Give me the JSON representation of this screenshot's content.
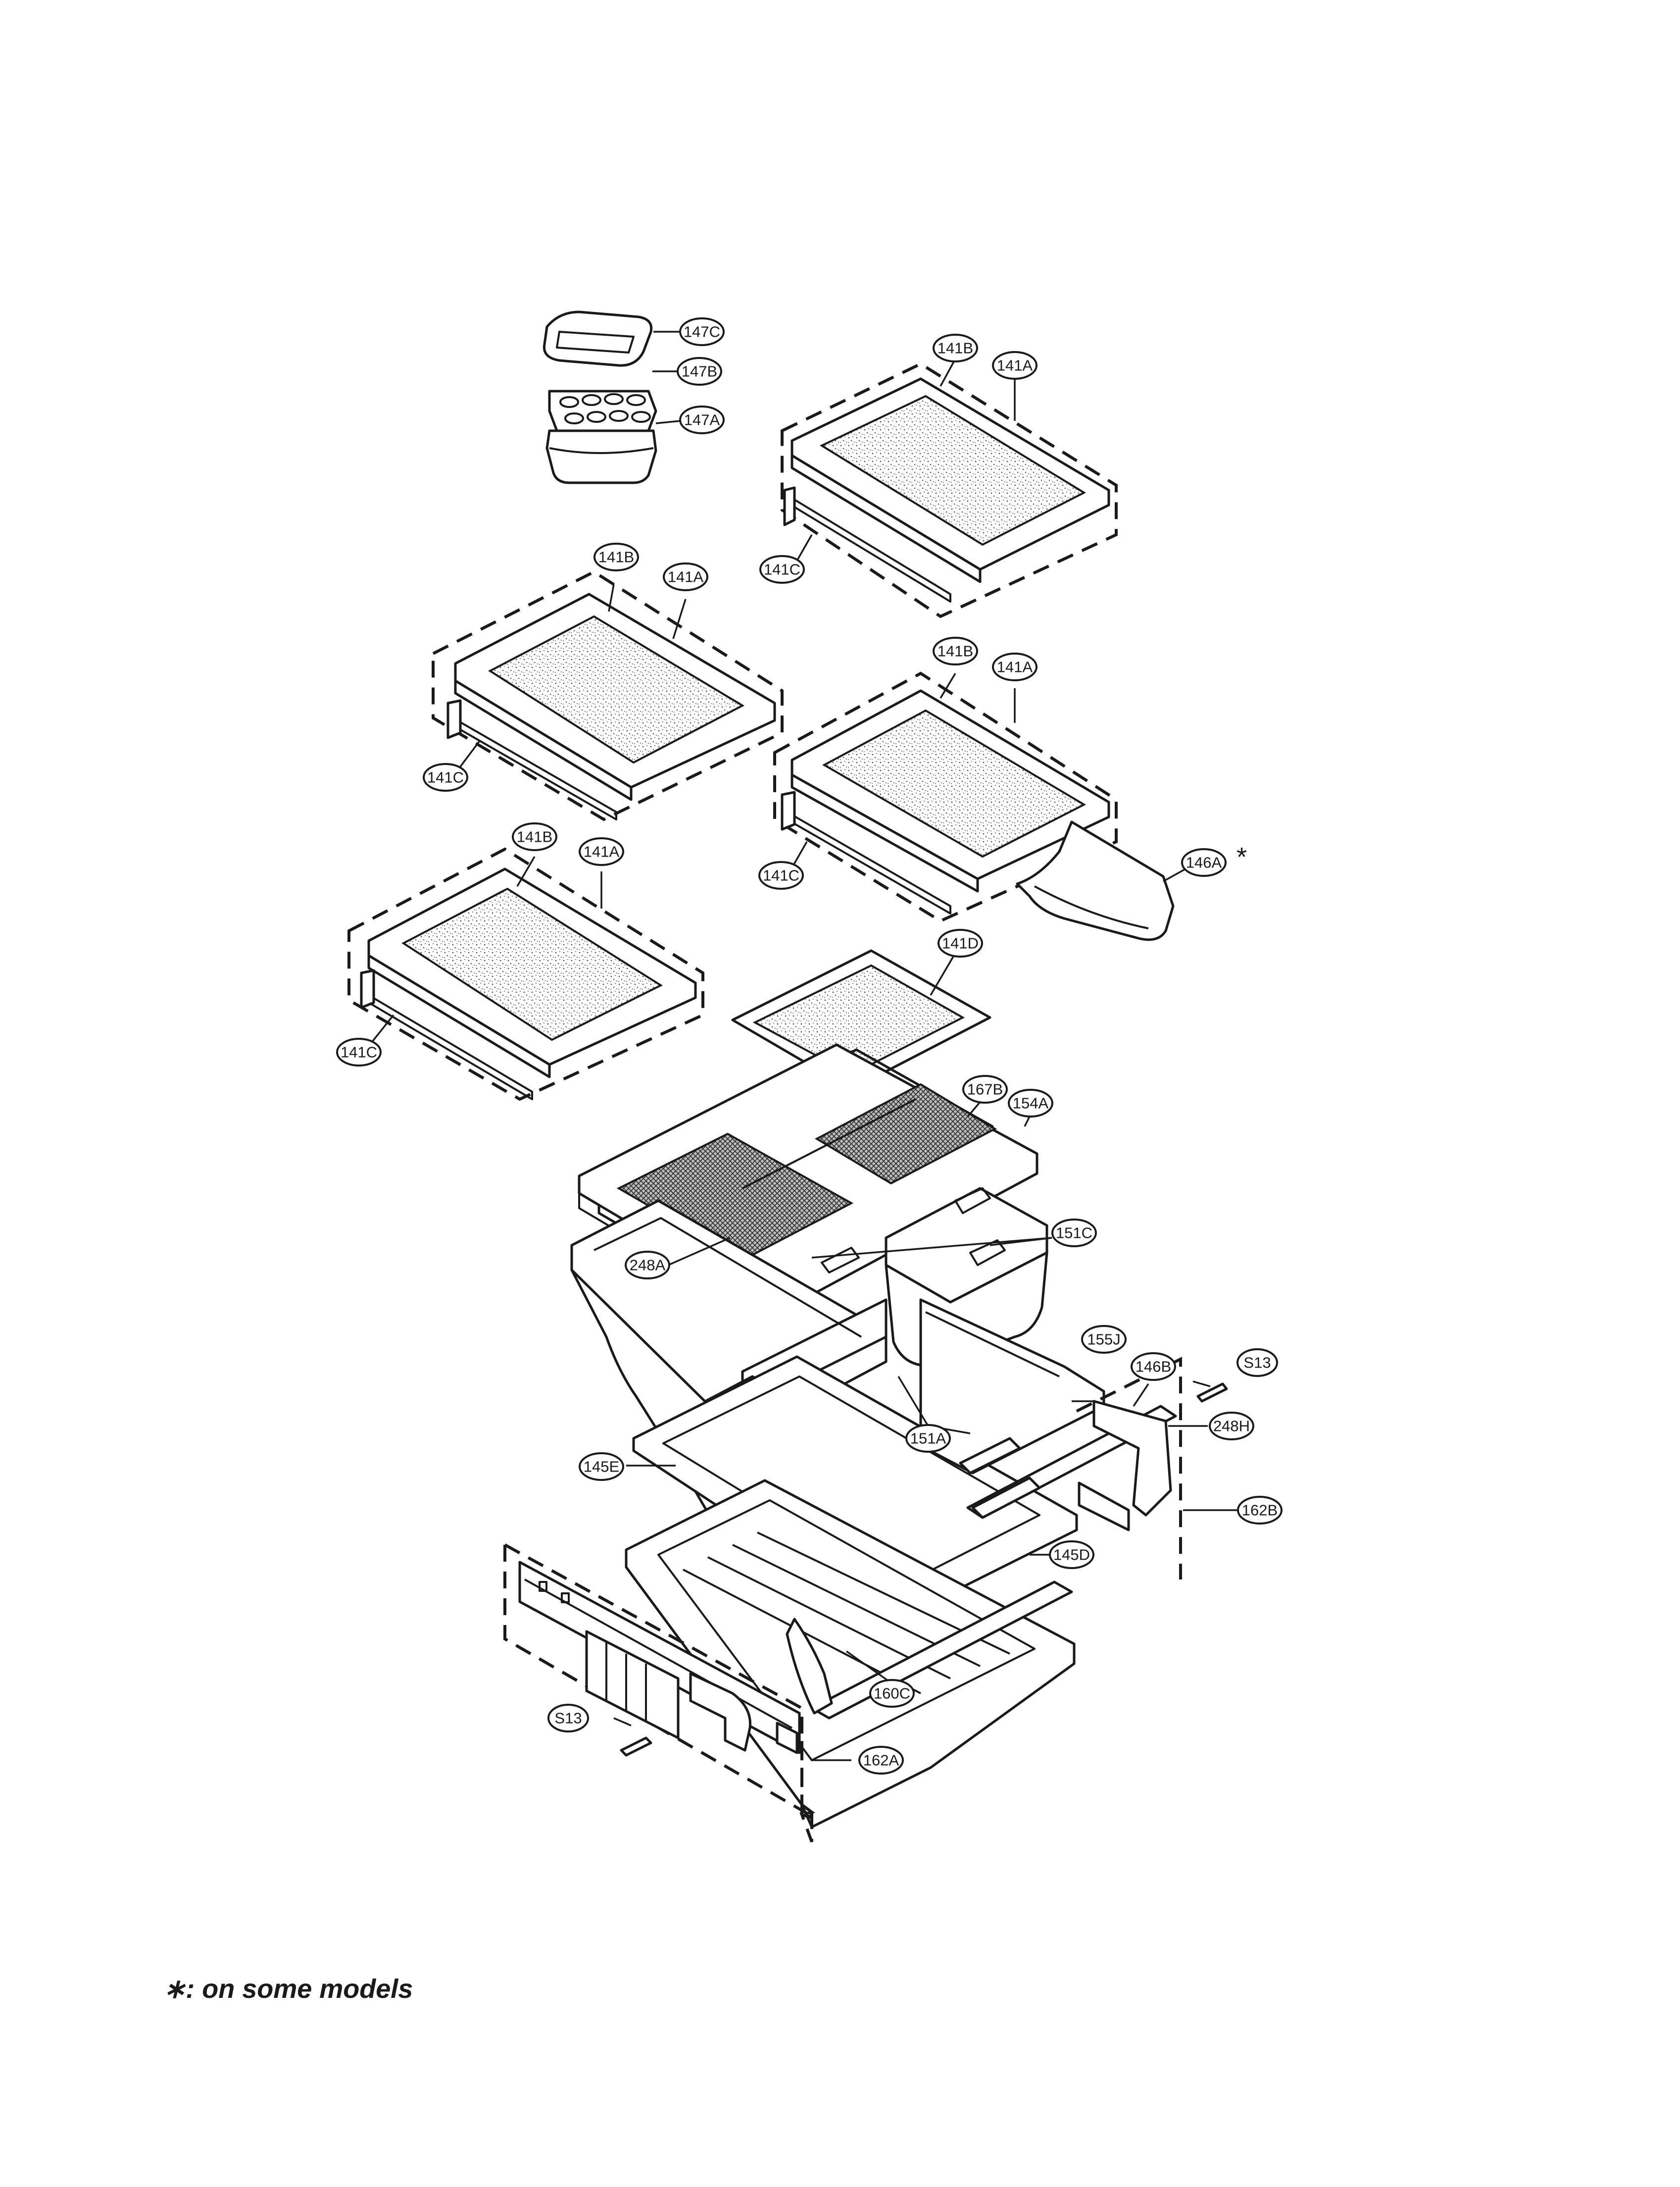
{
  "footnote": "∗: on some models",
  "asterisk": "*",
  "callouts": {
    "c147C": "147C",
    "c147B": "147B",
    "c147A": "147A",
    "c141B_1": "141B",
    "c141A_1": "141A",
    "c141C_1": "141C",
    "c141B_2": "141B",
    "c141A_2": "141A",
    "c141C_2": "141C",
    "c141B_3": "141B",
    "c141A_3": "141A",
    "c141C_3": "141C",
    "c146A": "146A",
    "c141B_4": "141B",
    "c141A_4": "141A",
    "c141C_4": "141C",
    "c141D": "141D",
    "c167B": "167B",
    "c154A": "154A",
    "c151C": "151C",
    "c248A": "248A",
    "c155J": "155J",
    "c146B": "146B",
    "cS13_1": "S13",
    "c248H": "248H",
    "c151A": "151A",
    "c145E": "145E",
    "c162B": "162B",
    "c145D": "145D",
    "c160C": "160C",
    "cS13_2": "S13",
    "c162A": "162A"
  }
}
